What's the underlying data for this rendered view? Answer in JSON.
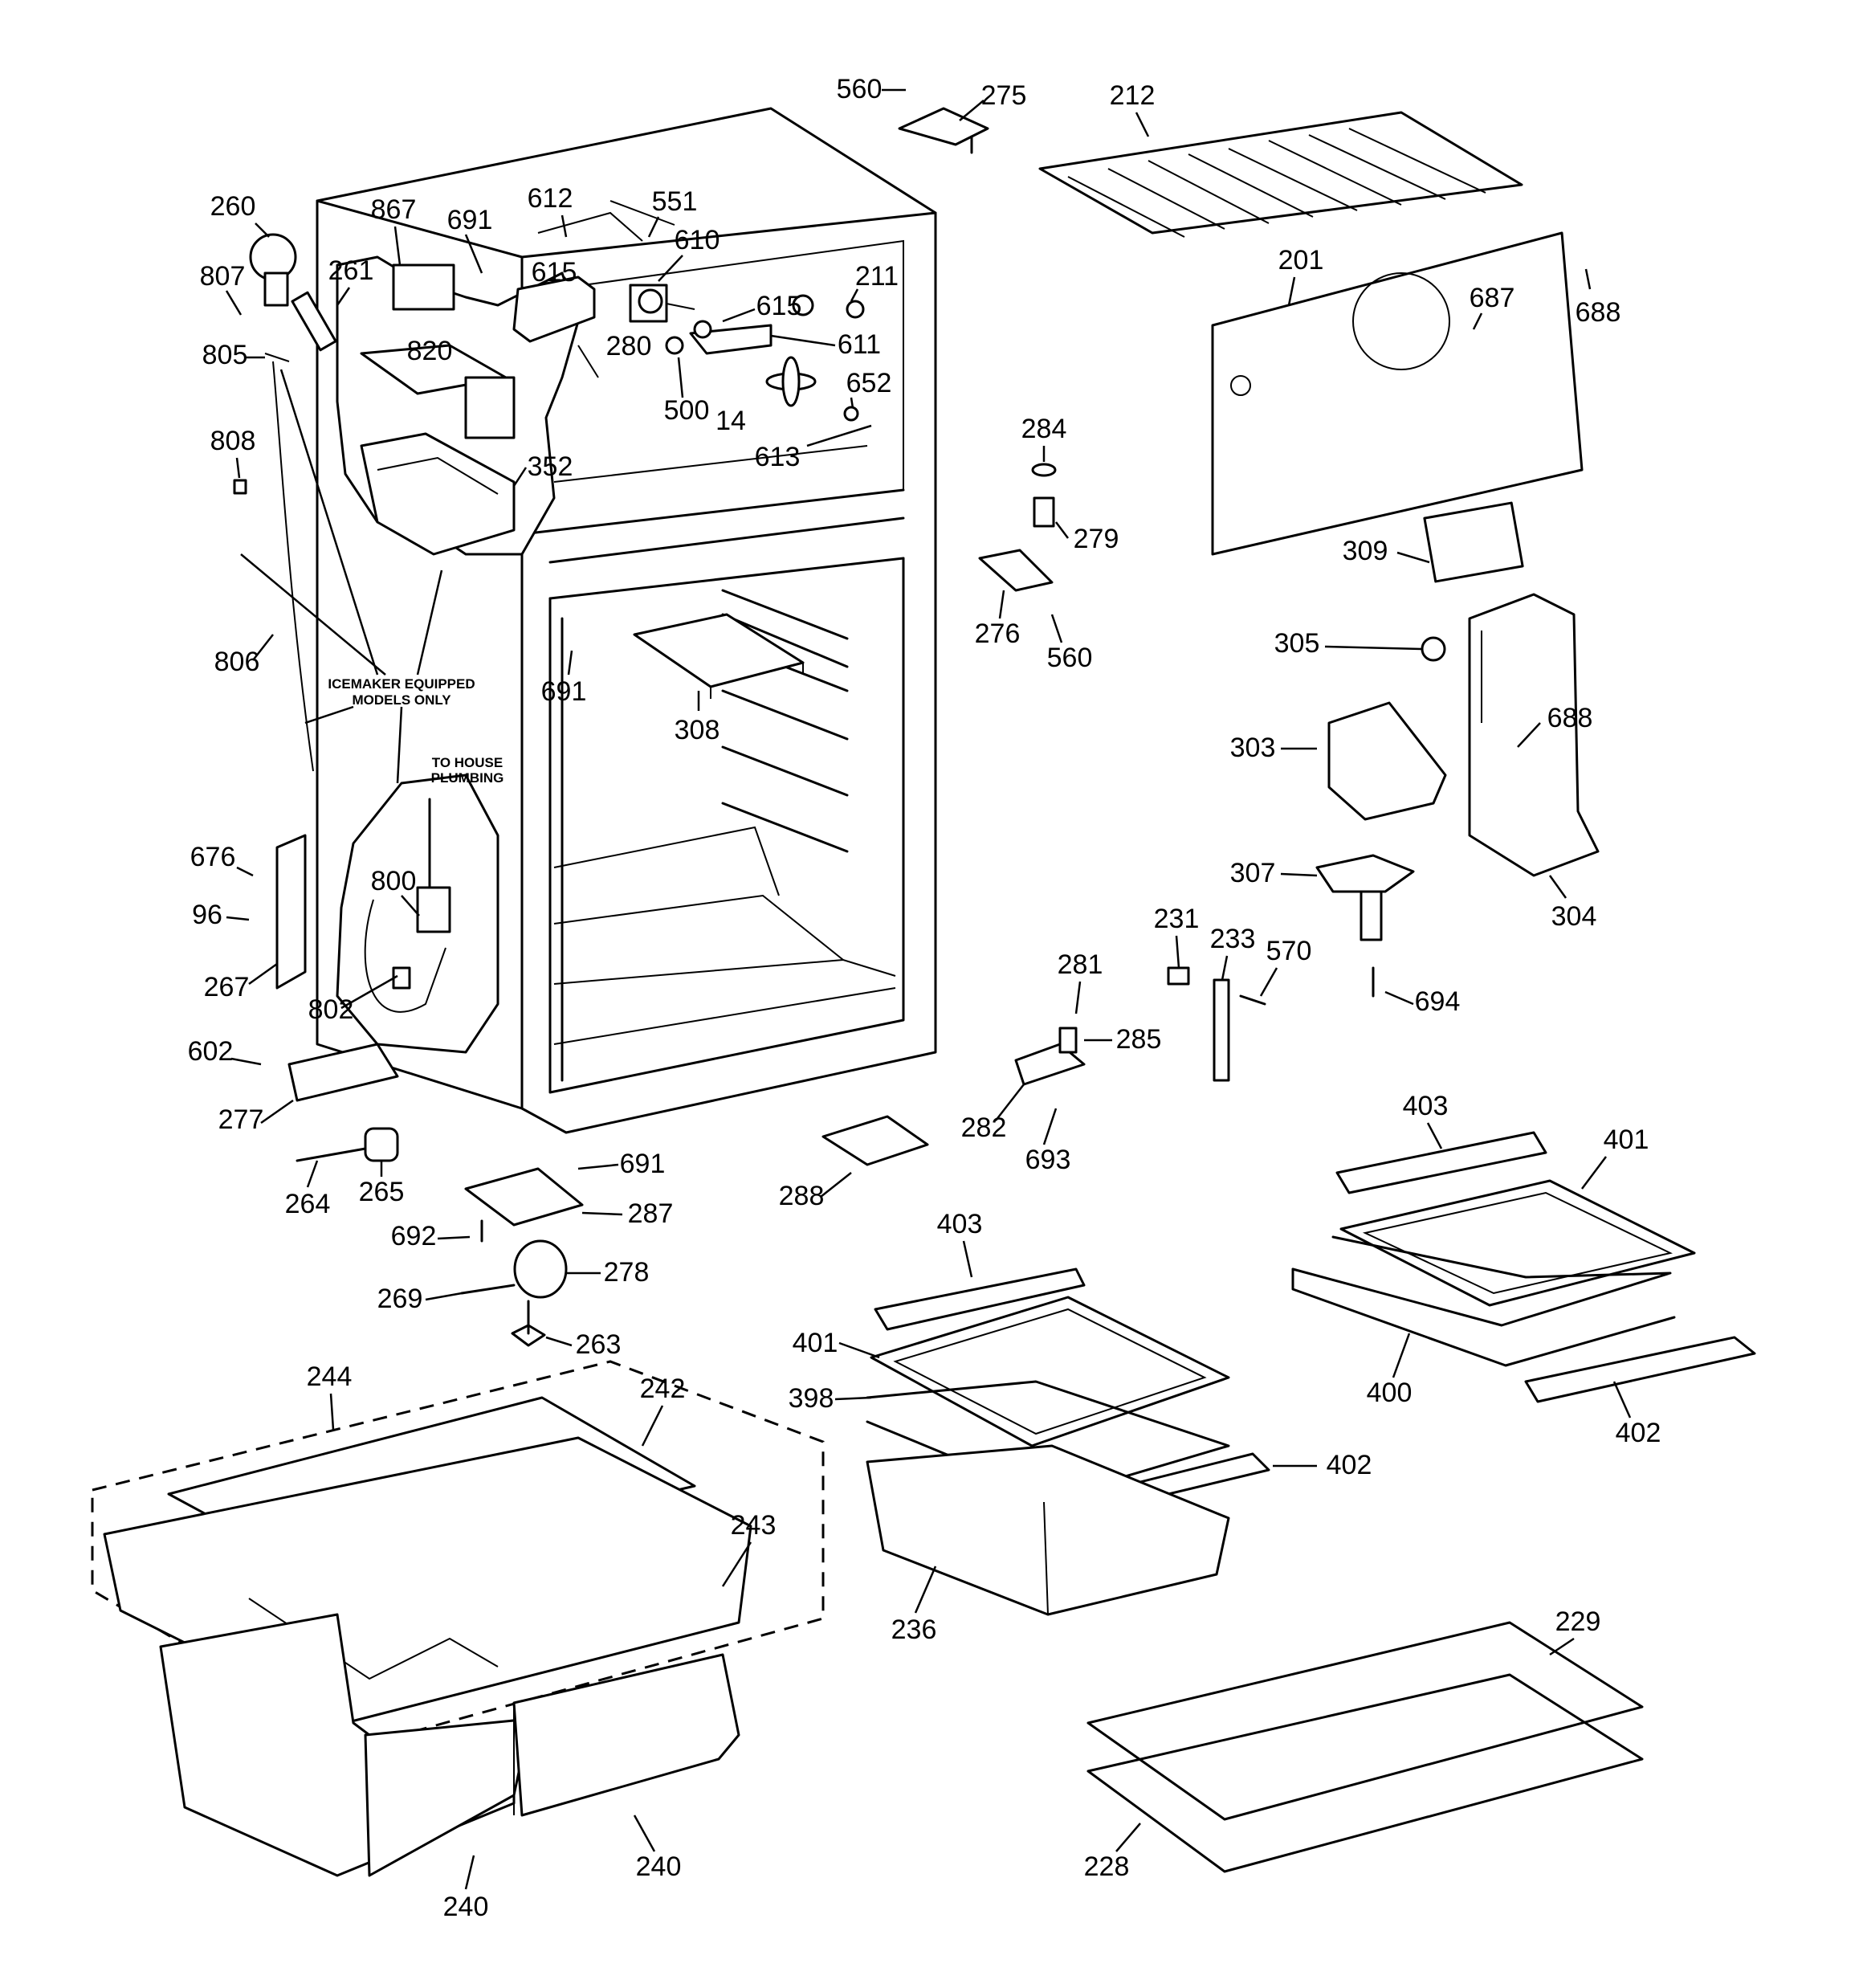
{
  "notes": {
    "icemaker": [
      "ICEMAKER EQUIPPED",
      "MODELS ONLY"
    ],
    "plumbing": [
      "TO HOUSE",
      "PLUMBING"
    ]
  },
  "callouts": [
    "560",
    "275",
    "212",
    "260",
    "867",
    "612",
    "551",
    "691",
    "610",
    "807",
    "261",
    "615",
    "211",
    "615",
    "805",
    "820",
    "280",
    "611",
    "500",
    "14",
    "652",
    "613",
    "808",
    "352",
    "201",
    "687",
    "688",
    "284",
    "279",
    "309",
    "276",
    "560",
    "305",
    "806",
    "691",
    "308",
    "688",
    "303",
    "676",
    "800",
    "307",
    "304",
    "96",
    "267",
    "231",
    "233",
    "570",
    "281",
    "694",
    "802",
    "285",
    "602",
    "277",
    "282",
    "403",
    "401",
    "693",
    "691",
    "264",
    "265",
    "288",
    "287",
    "692",
    "403",
    "278",
    "269",
    "401",
    "263",
    "400",
    "402",
    "398",
    "244",
    "242",
    "402",
    "243",
    "236",
    "229",
    "228",
    "240",
    "240"
  ]
}
